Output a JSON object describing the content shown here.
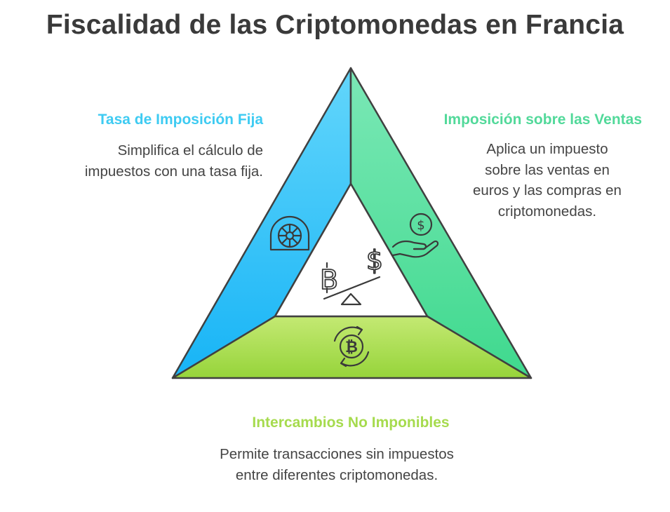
{
  "title": "Fiscalidad de las Criptomonedas en Francia",
  "colors": {
    "blue": "#2EB8F0",
    "green": "#45D69A",
    "lime": "#A8DC4A",
    "title": "#3a3a3a",
    "body": "#444444"
  },
  "sections": {
    "left": {
      "heading": "Tasa de Imposición Fija",
      "lines": [
        "Simplifica el cálculo de",
        "impuestos con una tasa fija."
      ],
      "icon": "safe-dial-icon",
      "color": "#3ECBF2"
    },
    "right": {
      "heading": "Imposición sobre las Ventas",
      "lines": [
        "Aplica un impuesto",
        "sobre las ventas en",
        "euros y las compras en",
        "criptomonedas."
      ],
      "icon": "hand-coin-icon",
      "color": "#52D99A"
    },
    "bottom": {
      "heading": "Intercambios No Imponibles",
      "lines": [
        "Permite transacciones sin impuestos",
        "entre diferentes criptomonedas."
      ],
      "icon": "bitcoin-exchange-icon",
      "color": "#A6DB4E"
    },
    "center": {
      "icon": "bitcoin-dollar-scale-icon"
    }
  }
}
